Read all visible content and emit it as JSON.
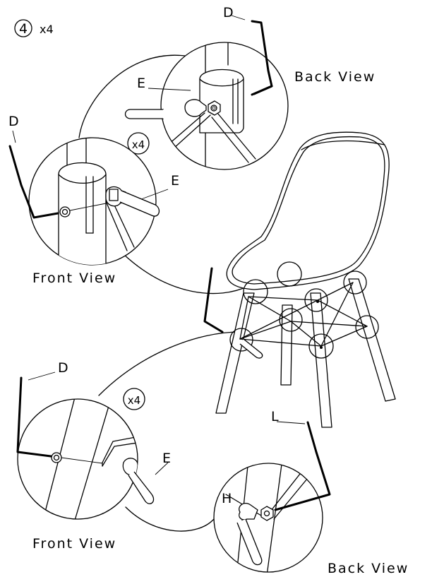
{
  "step": {
    "number": "4",
    "multiplier": "x4"
  },
  "labels": {
    "d_top": "D",
    "back_view_top": "Back View",
    "e_top": "E",
    "x4_top": "x4",
    "d_left": "D",
    "e_mid": "E",
    "front_view_top": "Front View",
    "d_bottom": "D",
    "x4_bottom": "x4",
    "e_bottom": "E",
    "front_view_bottom": "Front View",
    "l_label": "L",
    "h_label": "H",
    "back_view_bottom": "Back View"
  }
}
